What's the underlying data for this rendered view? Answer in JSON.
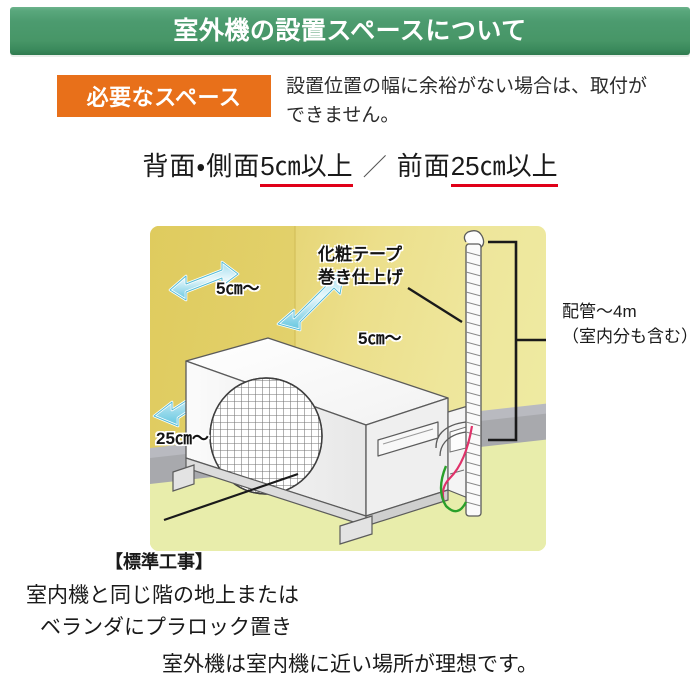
{
  "header": {
    "title": "室外機の設置スペースについて",
    "bg_color_top": "#6db38c",
    "bg_color_bottom": "#2f7a4e",
    "text_color": "#ffffff"
  },
  "intro": {
    "badge_label": "必要なスペース",
    "badge_color": "#e8701a",
    "description_line1": "設置位置の幅に余裕がない場合は、取付が",
    "description_line2": "できません。"
  },
  "spec": {
    "back_side_prefix": "背面・側面",
    "back_side_value": "5㎝以上",
    "separator": "／",
    "front_prefix": "前面",
    "front_value": "25㎝以上",
    "underline_color": "#e00018"
  },
  "illustration": {
    "tape_label_line1": "化粧テープ",
    "tape_label_line2": "巻き仕上げ",
    "dimension_back": "5㎝〜",
    "dimension_side": "5㎝〜",
    "dimension_front": "25㎝〜",
    "arrow_color": "#7ed3e8",
    "wall_color": "#e3d26e",
    "floor_color": "#e8edab",
    "baseboard_color": "#a8a9ad",
    "unit_body_color": "#ffffff",
    "drain_hose_color": "#2aa02a",
    "power_cable_color": "#e0326a"
  },
  "pipe_annotation": {
    "line1": "配管〜4m",
    "line2": "（室内分も含む）"
  },
  "notes": {
    "standard_work_heading": "【標準工事】",
    "standard_work_line1": "室内機と同じ階の地上または",
    "standard_work_line2": "ベランダにプラロック置き",
    "closing": "室外機は室内機に近い場所が理想です。"
  }
}
